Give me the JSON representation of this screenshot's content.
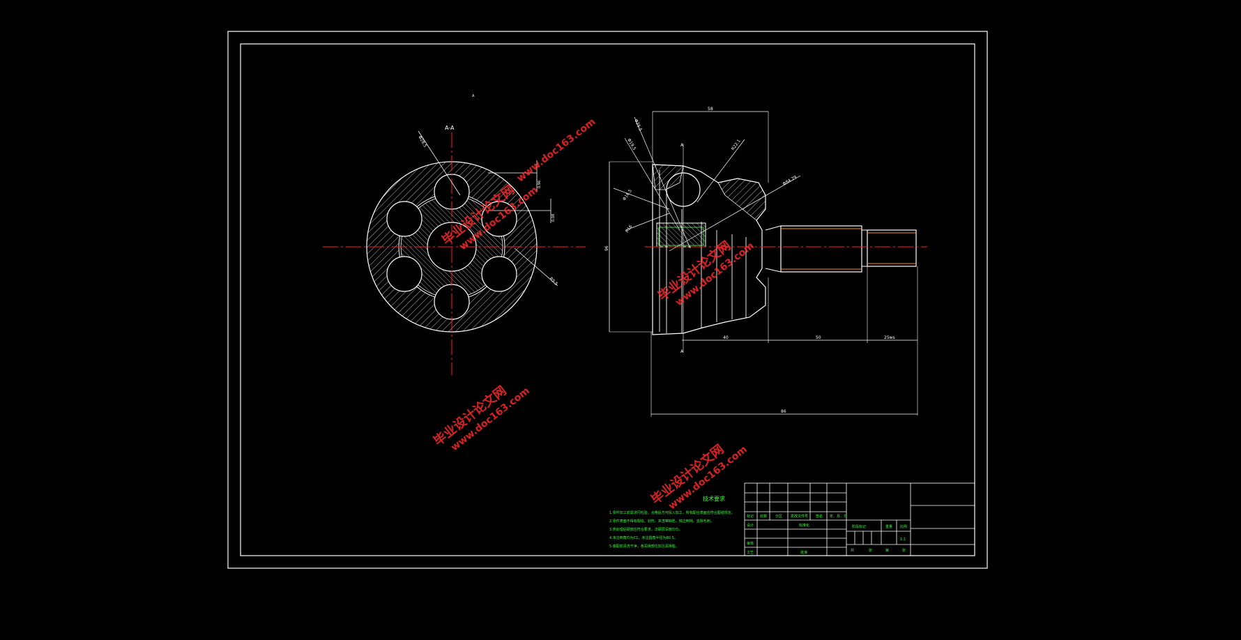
{
  "colors": {
    "background": "#000000",
    "line": "#ffffff",
    "centerline": "#ff2020",
    "title_text": "#33ff33",
    "watermark": "#ff2a2a",
    "shaft_orange": "#ff8a2a"
  },
  "drawing": {
    "view_label": "A-A",
    "top_mark": "A",
    "section_mark_top": "A",
    "section_mark_bottom": "A"
  },
  "dimensions": {
    "left_view": {
      "diam_upper": "Φ28.5",
      "radius_right": "R5.5",
      "small_upper": "0.96",
      "small_lower": "0.08"
    },
    "right_view": {
      "top_length": "58",
      "d_upper_left": "Φ25.5",
      "d_upper_mid": "Φ19.5",
      "r_upper": "R22.1",
      "d_left_a": "Φ16.5",
      "d_left_b": "R16",
      "d_right": "Φ84.79",
      "overall_height": "96",
      "len_a": "40",
      "len_b": "50",
      "len_c": "25ws",
      "overall_length": "86"
    }
  },
  "watermarks": [
    {
      "line1": "毕业设计论文网",
      "line2": "www.doc163.com"
    },
    {
      "line1": "毕业设计论文网",
      "line2": "www.doc163.com"
    },
    {
      "line1": "毕业设计论文网",
      "line2": "www.doc163.com"
    },
    {
      "line1": "毕业设计论文网",
      "line2": "www.doc163.com"
    },
    {
      "line1": "毕业设计论文网",
      "line2": "www.doc163.com"
    }
  ],
  "tech_notes": {
    "title": "技术要求",
    "lines": [
      "1.零件加工前需进行检验，合格后方可投入加工，所有配合表面应符合图纸规定。",
      "2.零件表面不得有裂纹、划伤、夹渣等缺陷，锐边倒钝，去除毛刺。",
      "3.热处理后硬度应符合要求，淬硬层深度均匀。",
      "4.未注倒角均为C1，未注圆角半径为R0.5。",
      "5.装配前清洗干净，各润滑部位加注润滑脂。"
    ]
  },
  "title_block": {
    "rev_headers": [
      "标记",
      "处数",
      "分区",
      "更改文件号",
      "签名",
      "年、月、日"
    ],
    "design": "设计",
    "standard": "标准化",
    "review": "审核",
    "process": "工艺",
    "approve": "批准",
    "stage_label": "阶段标记",
    "weight": "重量",
    "scale": "比例",
    "scale_value": "1:1",
    "sheet_total": "共",
    "sheet_zhang": "张",
    "sheet_di": "第",
    "sheet_zhang2": "张"
  }
}
